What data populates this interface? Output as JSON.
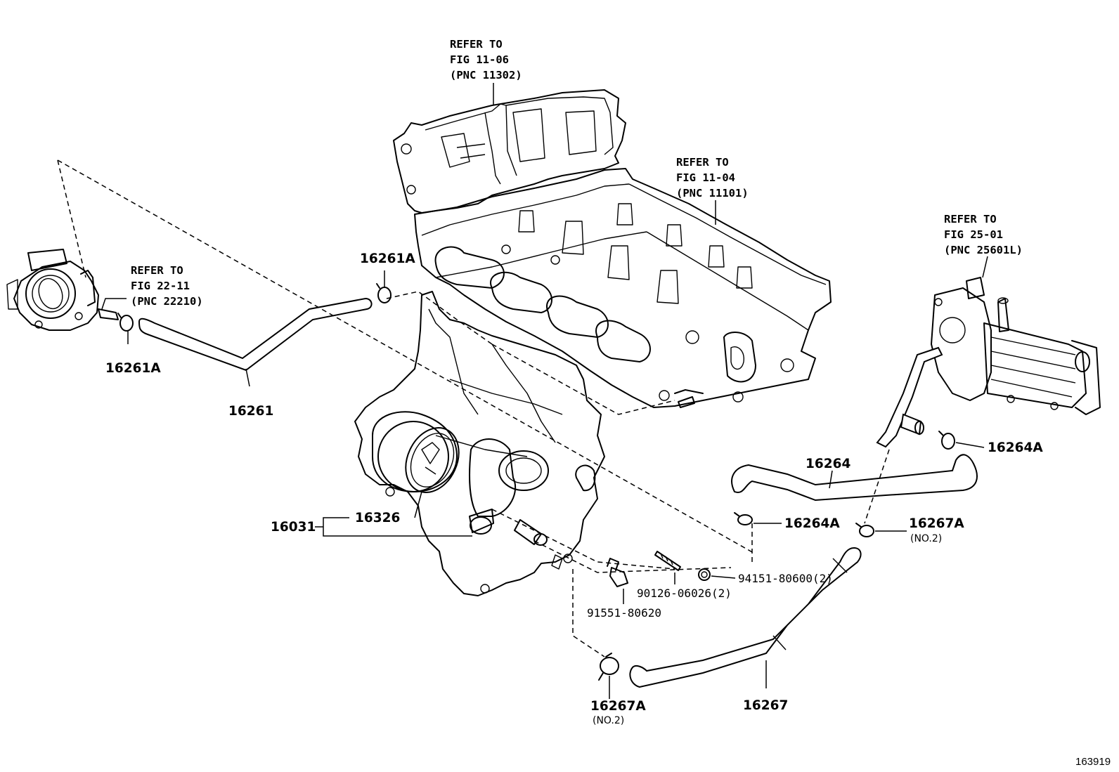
{
  "diagram_id": "163919",
  "refer_notes": {
    "cylinder_block": {
      "line1": "REFER TO",
      "line2": "FIG 11-06",
      "line3": "(PNC 11302)"
    },
    "cylinder_head": {
      "line1": "REFER TO",
      "line2": "FIG 11-04",
      "line3": "(PNC 11101)"
    },
    "throttle_body": {
      "line1": "REFER TO",
      "line2": "FIG 22-11",
      "line3": "(PNC 22210)"
    },
    "egr_cooler": {
      "line1": "REFER TO",
      "line2": "FIG 25-01",
      "line3": "(PNC 25601L)"
    }
  },
  "parts": {
    "p16261A_upper": "16261A",
    "p16261A_left": "16261A",
    "p16261": "16261",
    "p16031": "16031",
    "p16326": "16326",
    "p16264": "16264",
    "p16264A_right": "16264A",
    "p16264A_mid": "16264A",
    "p16267A_right": "16267A",
    "p16267A_right_note": "(NO.2)",
    "p16267A_bottom": "16267A",
    "p16267A_bottom_note": "(NO.2)",
    "p16267": "16267",
    "p94151": "94151-80600(2)",
    "p90126": "90126-06026(2)",
    "p91551": "91551-80620"
  }
}
